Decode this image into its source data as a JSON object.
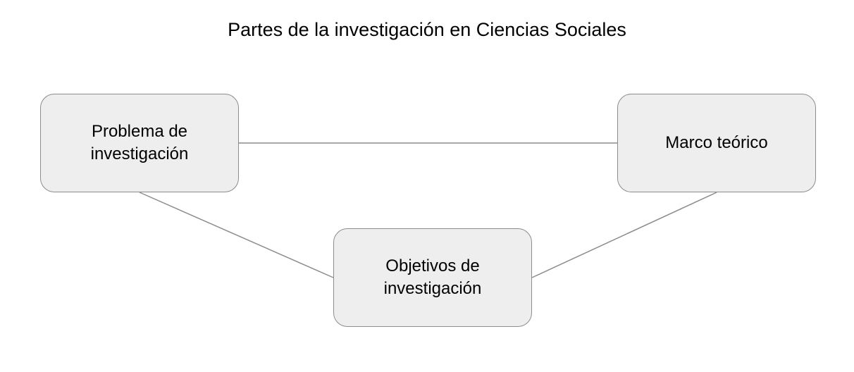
{
  "diagram": {
    "title": "Partes de la investigación en Ciencias Sociales",
    "nodes": [
      {
        "id": "problema",
        "label_line1": "Problema de",
        "label_line2": "investigación"
      },
      {
        "id": "marco",
        "label_line1": "Marco teórico",
        "label_line2": ""
      },
      {
        "id": "objetivos",
        "label_line1": "Objetivos de",
        "label_line2": "investigación"
      }
    ],
    "edges": [
      {
        "from": "problema",
        "to": "marco"
      },
      {
        "from": "problema",
        "to": "objetivos"
      },
      {
        "from": "marco",
        "to": "objetivos"
      }
    ],
    "colors": {
      "node_fill": "#eeeeee",
      "node_border": "#8c8c8c",
      "connector": "#8c8c8c",
      "text": "#000000",
      "background": "#ffffff"
    }
  }
}
